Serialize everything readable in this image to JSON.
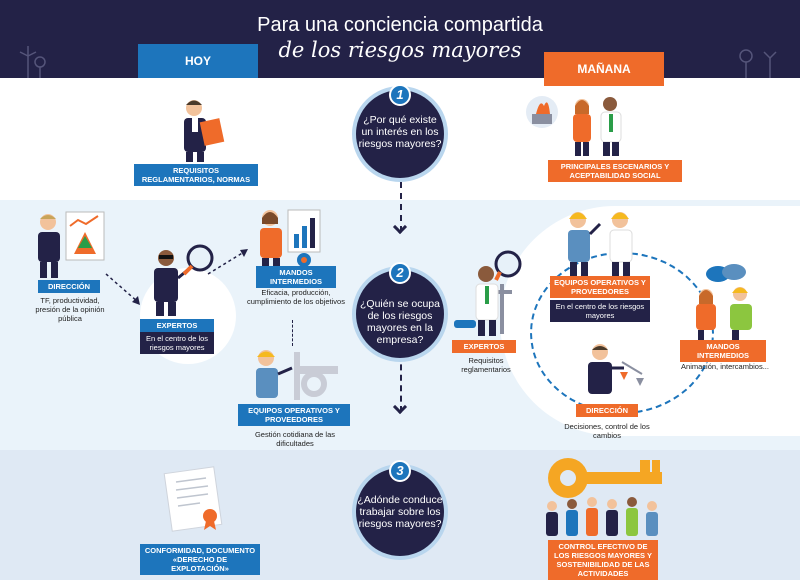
{
  "header": {
    "title_line1": "Para una conciencia compartida",
    "title_line2": "de los riesgos mayores"
  },
  "tabs": {
    "hoy": "HOY",
    "manana": "MAÑANA"
  },
  "questions": [
    {
      "number": "1",
      "text": "¿Por qué existe un interés en los riesgos mayores?"
    },
    {
      "number": "2",
      "text": "¿Quién se ocupa de los riesgos mayores en la empresa?"
    },
    {
      "number": "3",
      "text": "¿Adónde conduce trabajar sobre los riesgos mayores?"
    }
  ],
  "hoy": {
    "requisitos": "REQUISITOS REGLAMENTARIOS, NORMAS",
    "direccion": {
      "label": "DIRECCIÓN",
      "desc": "TF, productividad, presión de la opinión pública"
    },
    "expertos": {
      "label": "EXPERTOS",
      "desc": "En el centro de los riesgos mayores"
    },
    "mandos": {
      "label": "MANDOS INTERMEDIOS",
      "desc": "Eficacia, producción, cumplimiento de los objetivos"
    },
    "equipos": {
      "label": "EQUIPOS OPERATIVOS Y PROVEEDORES",
      "desc": "Gestión cotidiana de las dificultades"
    },
    "conformidad": "CONFORMIDAD, DOCUMENTO «DERECHO DE EXPLOTACIÓN»"
  },
  "manana": {
    "escenarios": "PRINCIPALES ESCENARIOS Y ACEPTABILIDAD SOCIAL",
    "equipos": {
      "label": "EQUIPOS OPERATIVOS Y PROVEEDORES",
      "desc": "En el centro de los riesgos mayores"
    },
    "expertos": {
      "label": "EXPERTOS",
      "desc": "Requisitos reglamentarios"
    },
    "mandos": {
      "label": "MANDOS INTERMEDIOS",
      "desc": "Animación, intercambios..."
    },
    "direccion": {
      "label": "DIRECCIÓN",
      "desc": "Decisiones, control de los cambios"
    },
    "control": "CONTROL EFECTIVO DE LOS RIESGOS MAYORES Y SOSTENIBILIDAD DE LAS ACTIVIDADES"
  },
  "colors": {
    "navy": "#232247",
    "blue": "#1d75bc",
    "orange": "#ef6b2a"
  }
}
